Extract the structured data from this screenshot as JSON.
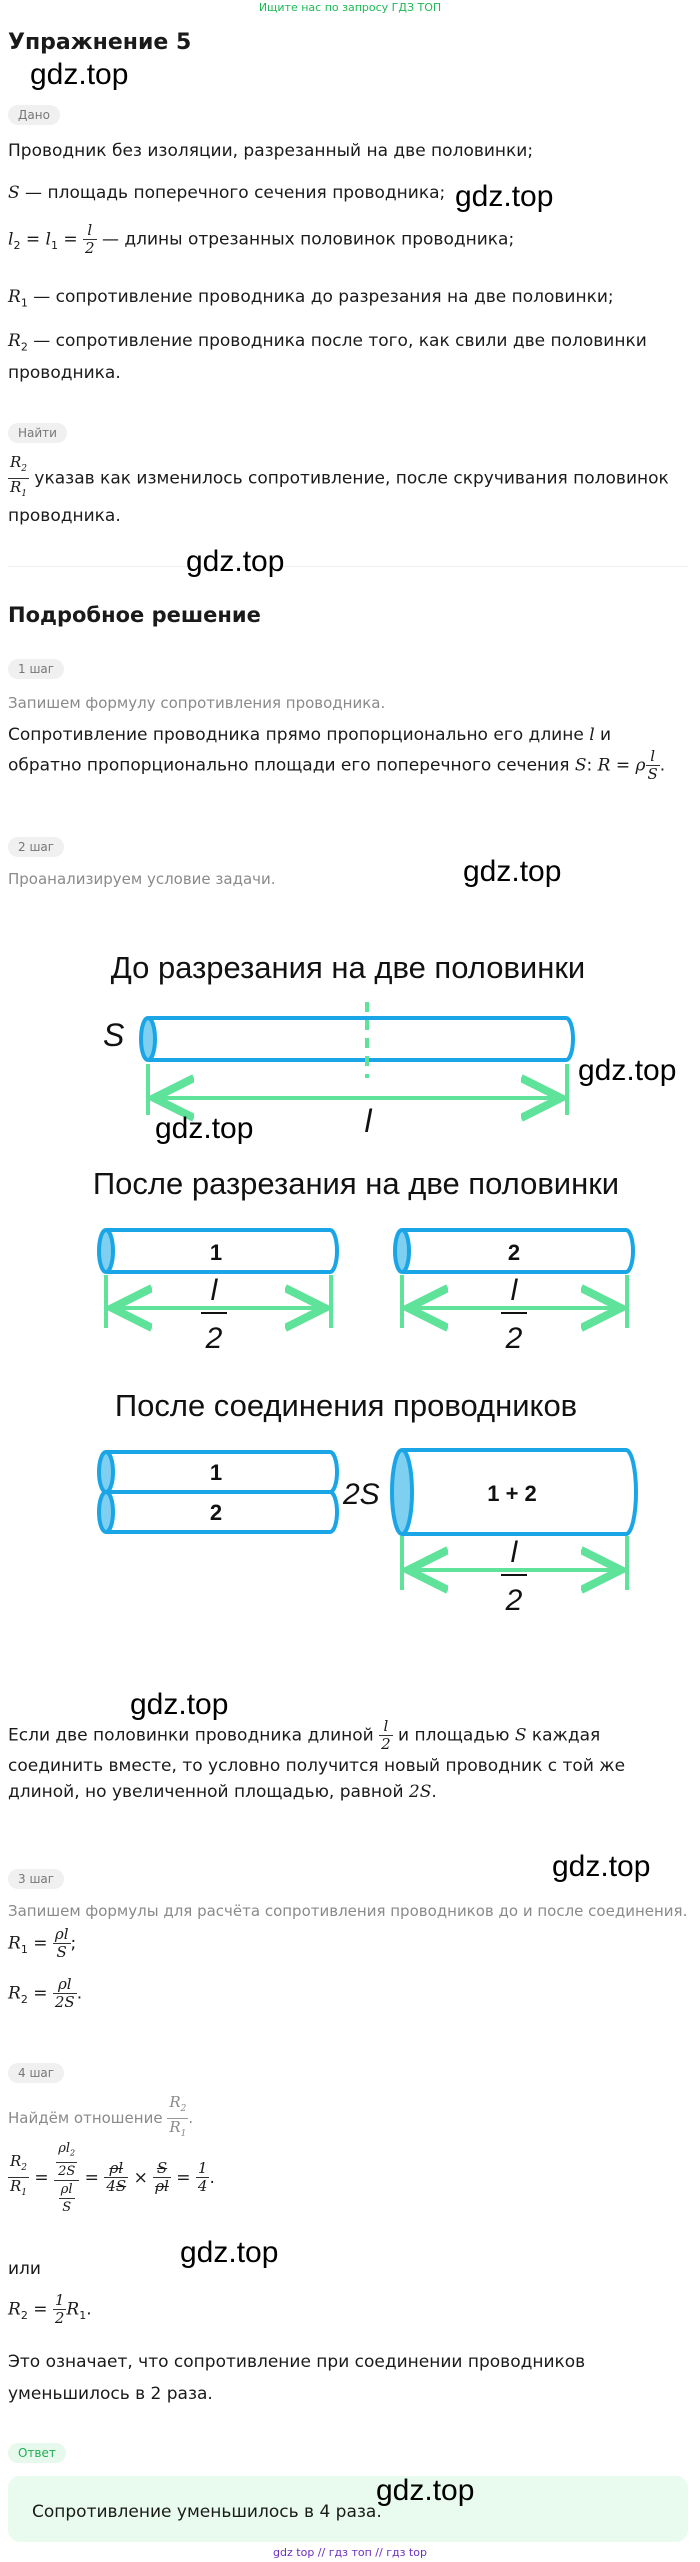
{
  "top_link": "Ищите нас по запросу ГДЗ ТОП",
  "exercise_title": "Упражнение 5",
  "watermark": "gdz.top",
  "given_label": "Дано",
  "given": {
    "line1": "Проводник без изоляции, разрезанный на две половинки;",
    "s_sym": "S",
    "s_text": " — площадь поперечного сечения проводника;",
    "l_text": " — длины отрезанных половинок проводника;",
    "r1_text": " — сопротивление проводника до разрезания на две половинки;",
    "r2_text": " — сопротивление проводника после того, как свили две половинки проводника."
  },
  "find_label": "Найти",
  "find_text": " указав как изменилось сопротивление, после скручивания половинок проводника.",
  "solution_title": "Подробное решение",
  "step1": {
    "label": "1 шаг",
    "hint": "Запишем формулу сопротивления проводника.",
    "text_a": "Сопротивление проводника прямо пропорционально его длине ",
    "text_b": " и обратно пропорционально площади его поперечного сечения "
  },
  "step2": {
    "label": "2 шаг",
    "hint": "Проанализируем условие задачи."
  },
  "diagram": {
    "title1": "До разрезания на две половинки",
    "title2": "После разрезания на две половинки",
    "title3": "После соединения проводников",
    "label_S": "S",
    "label_2S": "2S",
    "label_l": "l",
    "label_2": "2",
    "wire1": "1",
    "wire2": "2",
    "wire_joined": "1 + 2"
  },
  "analysis": {
    "text_a": "Если две половинки проводника длиной ",
    "text_b": " и площадью ",
    "text_c": " каждая соединить вместе, то условно получится новый проводник с той же длиной, но увеличенной площадью, равной "
  },
  "step3": {
    "label": "3 шаг",
    "hint": "Запишем формулы для расчёта сопротивления проводников до и после соединения."
  },
  "step4": {
    "label": "4 шаг",
    "hint": "Найдём отношение "
  },
  "or_text": "или",
  "conclusion": "Это означает, что сопротивление при соединении проводников уменьшилось в 2 раза.",
  "answer_label": "Ответ",
  "answer_text": "Сопротивление уменьшилось в 4 раза.",
  "bottom_links": [
    "gdz top",
    "гдз топ",
    "гдз top"
  ],
  "colors": {
    "wire": "#1aa6e6",
    "wire_fill": "#ffffff",
    "measure": "#5fe39a",
    "link_green": "#1db954"
  }
}
